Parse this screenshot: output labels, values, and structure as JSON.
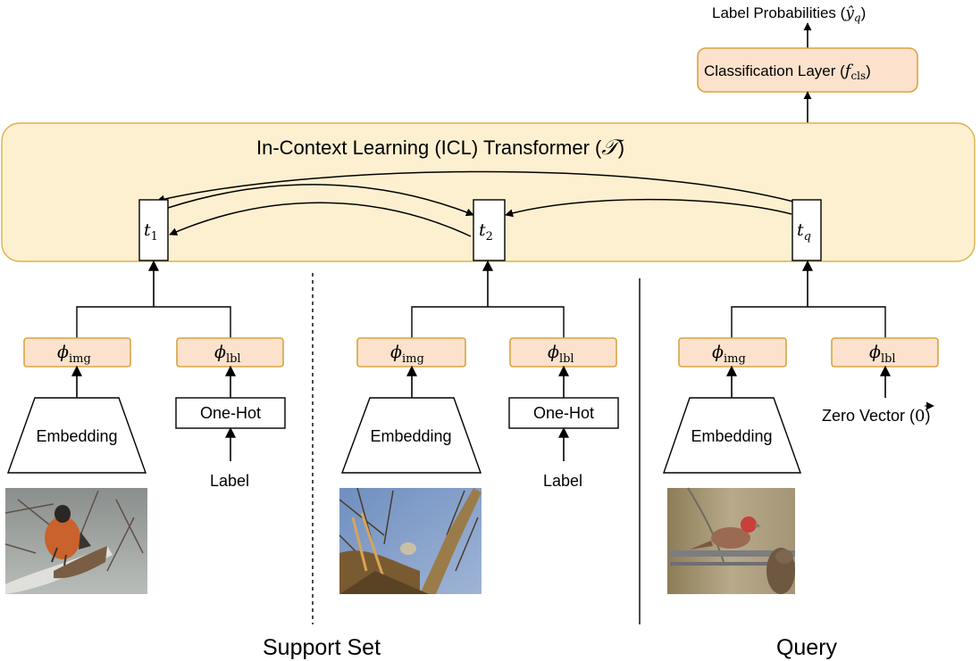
{
  "output": {
    "label_text": "Label Probabilities (",
    "label_symbol": "ŷ",
    "label_sub": "q",
    "label_close": ")"
  },
  "classification": {
    "text": "Classification Layer (",
    "symbol": "f",
    "sub": "cls",
    "close": ")"
  },
  "transformer": {
    "text": "In-Context Learning (ICL) Transformer (",
    "symbol": "𝒯",
    "close": ")"
  },
  "tokens": {
    "t1": {
      "symbol": "t",
      "sub": "1"
    },
    "t2": {
      "symbol": "t",
      "sub": "2"
    },
    "tq": {
      "symbol": "t",
      "sub": "q"
    }
  },
  "projections": {
    "img": {
      "symbol": "ϕ",
      "sub": "img"
    },
    "lbl": {
      "symbol": "ϕ",
      "sub": "lbl"
    }
  },
  "encoders": {
    "embedding": "Embedding",
    "one_hot": "One-Hot"
  },
  "inputs": {
    "label": "Label",
    "zero_vector_text": "Zero Vector (",
    "zero_vector_symbol": "0",
    "zero_vector_close": ")"
  },
  "sections": {
    "support_set": "Support Set",
    "query": "Query"
  },
  "images": {
    "support_1": "robin-bird-photo",
    "support_2": "bird-in-tree-photo",
    "query": "house-finch-photo"
  },
  "colors": {
    "transformer_fill": "#fdf0d0",
    "transformer_stroke": "#d8b24a",
    "module_fill": "#fce2cc",
    "module_stroke": "#d9a441"
  }
}
